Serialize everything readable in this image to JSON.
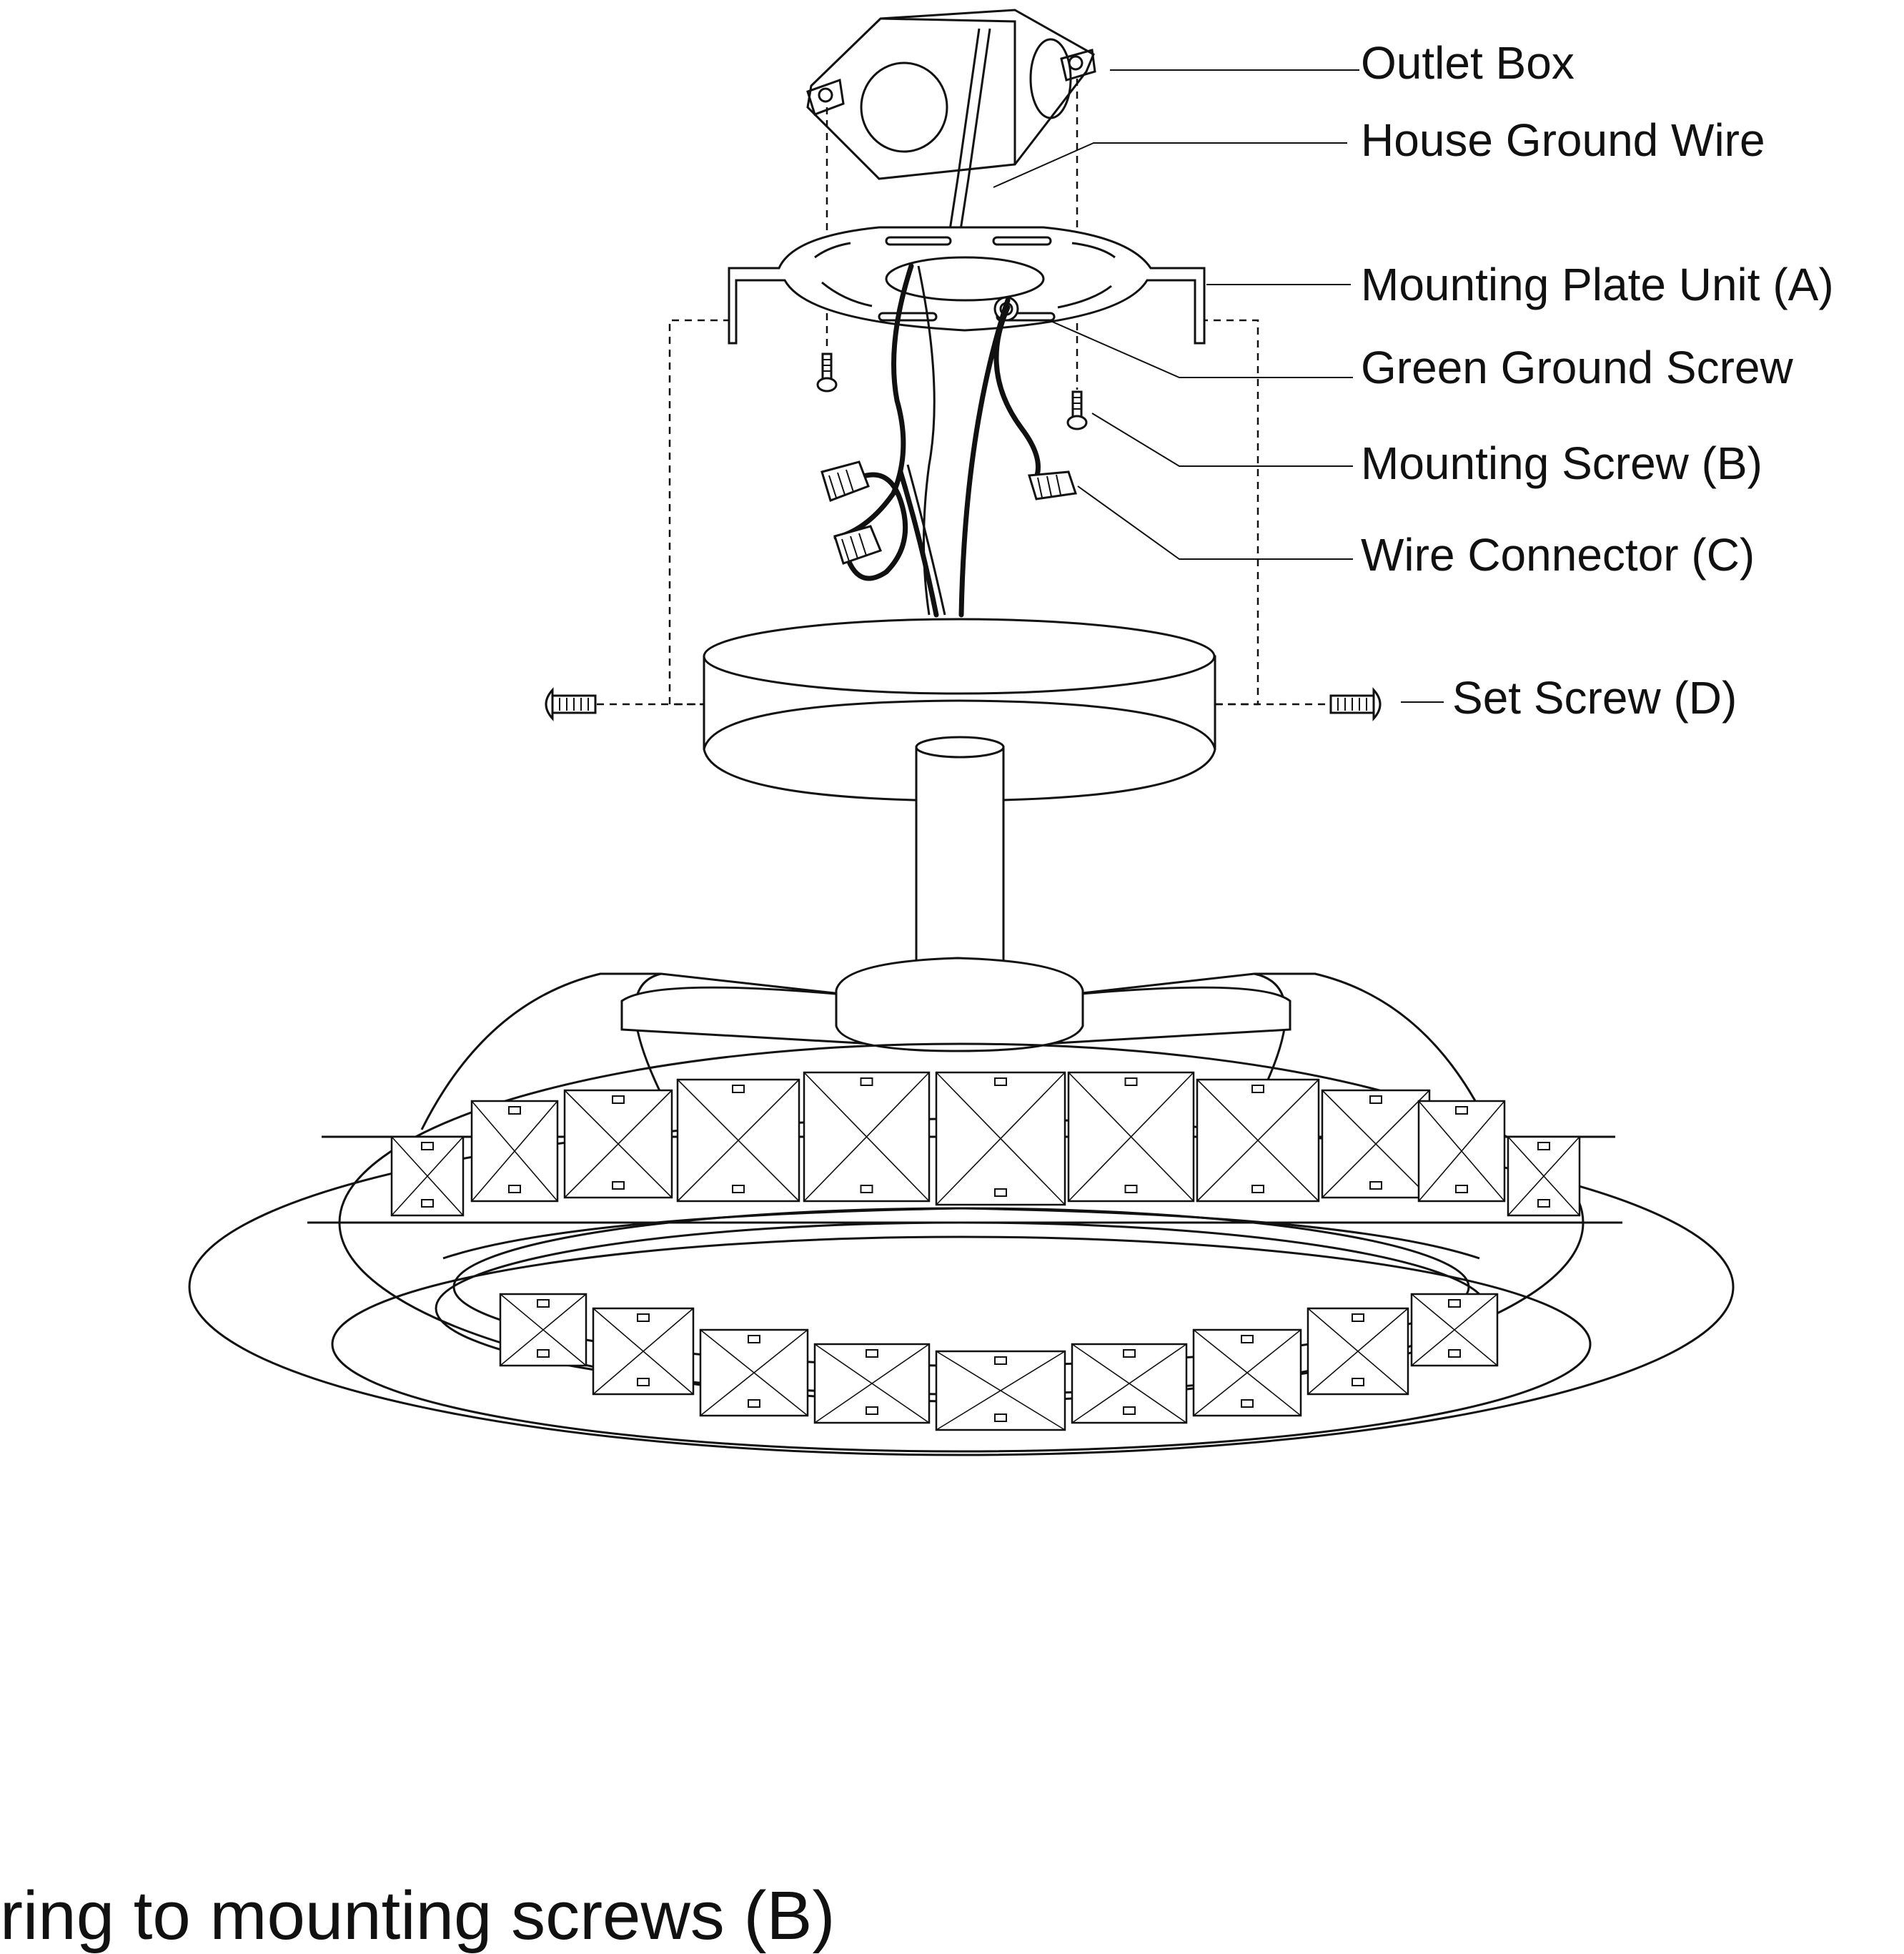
{
  "labels": {
    "outlet_box": "Outlet Box",
    "house_ground_wire": "House Ground Wire",
    "mounting_plate_unit": "Mounting Plate Unit (A)",
    "green_ground_screw": "Green Ground Screw",
    "mounting_screw": "Mounting Screw (B)",
    "wire_connector": "Wire Connector (C)",
    "set_screw": "Set Screw (D)"
  },
  "caption": "ring to mounting screws (B)"
}
